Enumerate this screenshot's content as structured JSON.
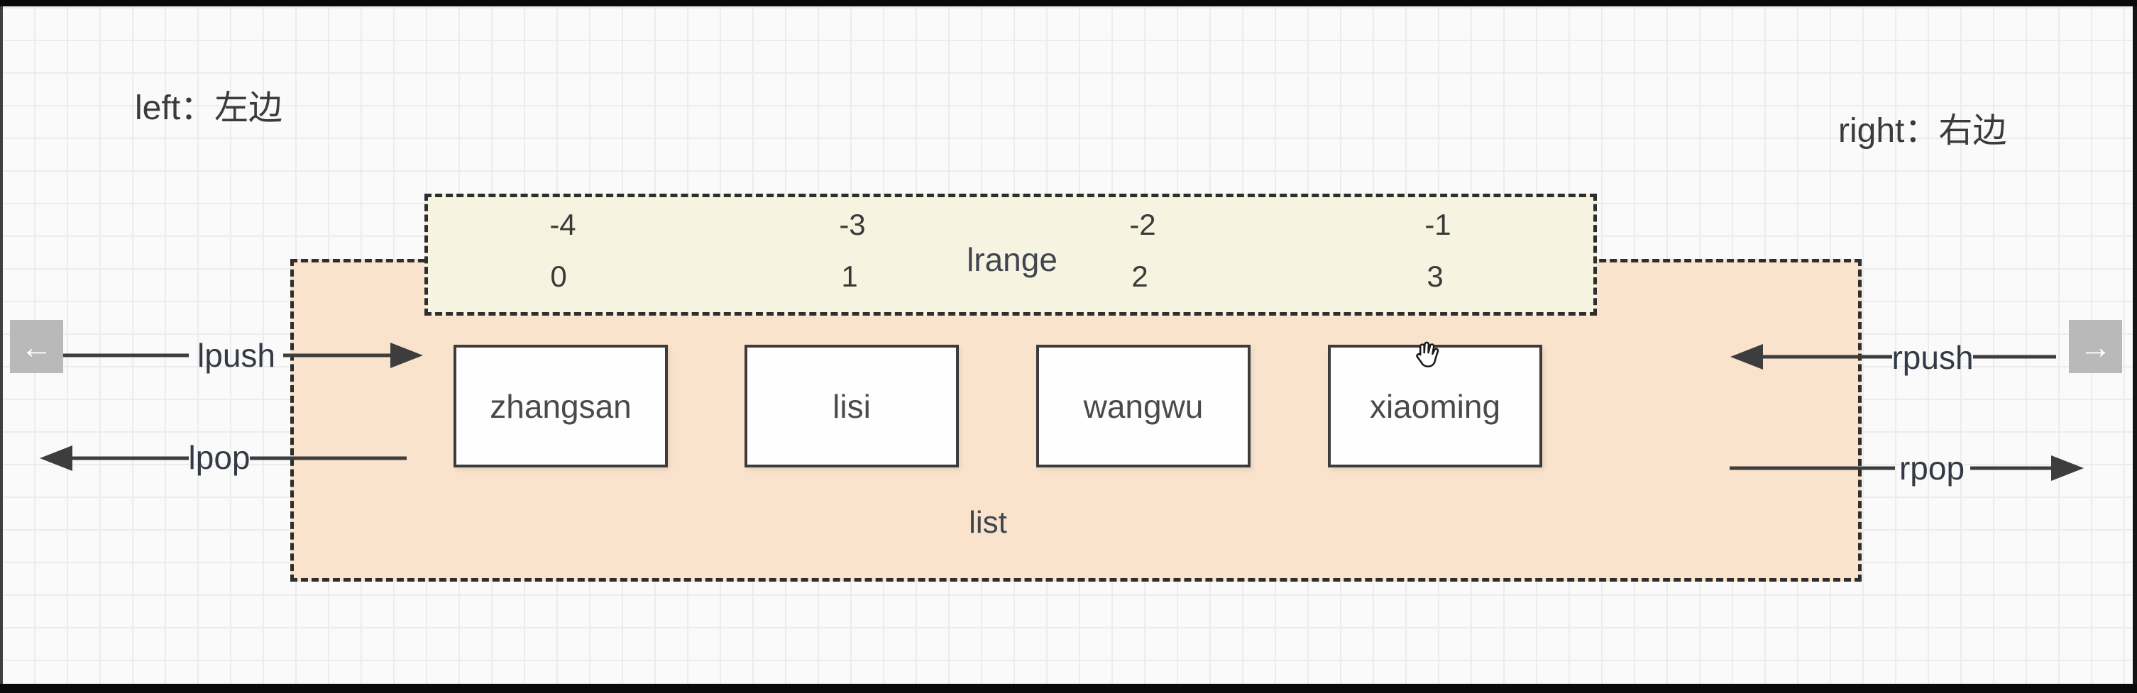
{
  "legend": {
    "left": "left：左边",
    "right": "right：右边"
  },
  "lrange": {
    "label": "lrange",
    "columns": [
      {
        "neg_index": "-4",
        "pos_index": "0"
      },
      {
        "neg_index": "-3",
        "pos_index": "1"
      },
      {
        "neg_index": "-2",
        "pos_index": "2"
      },
      {
        "neg_index": "-1",
        "pos_index": "3"
      }
    ]
  },
  "list": {
    "label": "list",
    "items": [
      "zhangsan",
      "lisi",
      "wangwu",
      "xiaoming"
    ]
  },
  "operations": {
    "lpush": "lpush",
    "lpop": "lpop",
    "rpush": "rpush",
    "rpop": "rpop"
  },
  "nav": {
    "back_icon": "←",
    "forward_icon": "→"
  },
  "cursor": {
    "type": "open-hand"
  },
  "colors": {
    "list_fill": "#fae3cc",
    "lrange_fill": "#f7f3e1",
    "dash_border": "#2e2e2e",
    "item_border": "#3c3c3c",
    "arrow": "#3d3d3d",
    "nav_button_bg": "#b9b9b9",
    "label_text": "#333a45",
    "canvas_bg": "#fafafa",
    "grid_line": "#ececec"
  }
}
